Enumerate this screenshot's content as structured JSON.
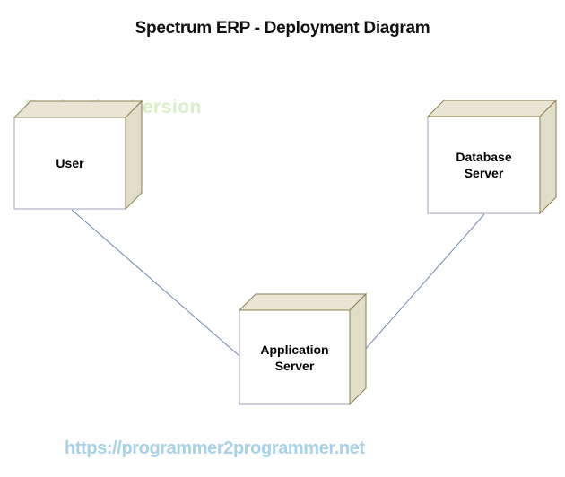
{
  "title": "Spectrum ERP - Deployment Diagram",
  "watermark_text": "Evaluation Version",
  "footer": {
    "url_text": "https://programmer2programmer.net"
  },
  "diagram": {
    "type": "uml-deployment-diagram",
    "nodes": [
      {
        "id": "user",
        "label": "User"
      },
      {
        "id": "database-server",
        "label": "Database Server"
      },
      {
        "id": "application-server",
        "label": "Application Server"
      }
    ],
    "connectors": [
      {
        "from": "user",
        "to": "application-server"
      },
      {
        "from": "database-server",
        "to": "application-server"
      }
    ]
  },
  "colors": {
    "node_top_face": "#e8e5d5",
    "node_side_face": "#e0ddc9",
    "node_face_border": "#8c8055",
    "node_front_fill": "#ffffff",
    "node_front_border": "#a49dbb",
    "connector_line": "#6e88b2",
    "watermark_green": "#d9efc7",
    "footer_blue": "#a8d2e8",
    "title_text": "#111111"
  }
}
